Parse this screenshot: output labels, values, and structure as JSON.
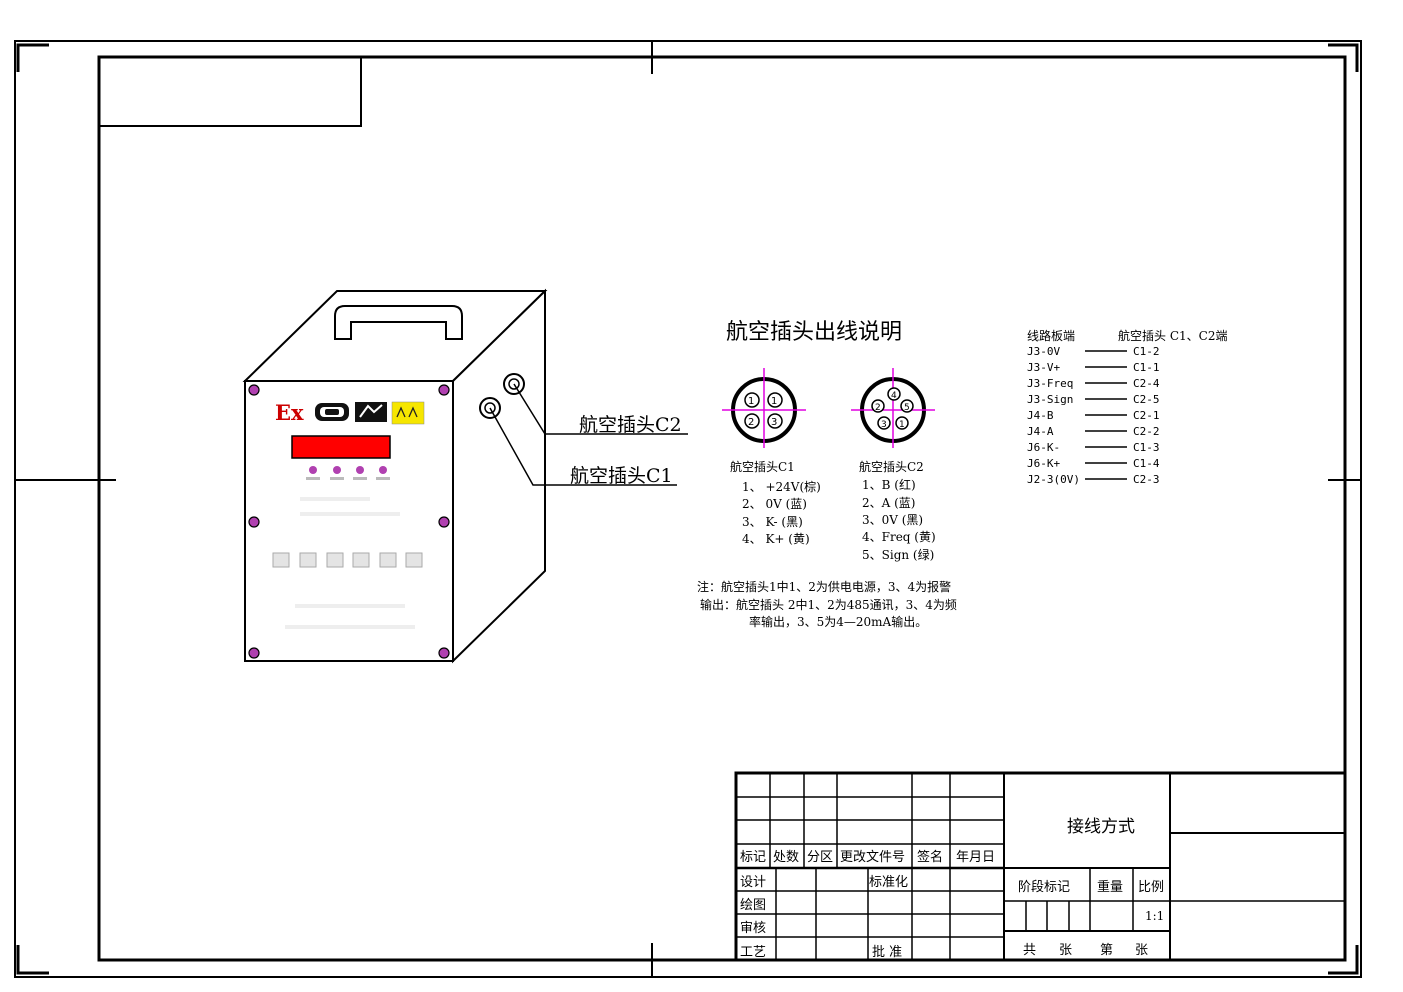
{
  "title": "航空插头出线说明",
  "device": {
    "ex_label": "Ex",
    "plug_c2_label": "航空插头C2",
    "plug_c1_label": "航空插头C1"
  },
  "connector_c1": {
    "title": "航空插头C1",
    "pins": [
      "1、 +24V(棕)",
      "2、 0V (蓝)",
      "3、 K- (黑)",
      "4、 K+ (黄)"
    ]
  },
  "connector_c2": {
    "title": "航空插头C2",
    "pins": [
      "1、B (红)",
      "2、A (蓝)",
      "3、0V (黑)",
      "4、Freq (黄)",
      "5、Sign (绿)"
    ]
  },
  "note": {
    "line1": "注：航空插头1中1、2为供电电源，3、4为报警",
    "line2": "输出：航空插头 2中1、2为485通讯，3、4为频",
    "line3": "率输出，3、5为4—20mA输出。"
  },
  "wiring": {
    "header_left": "线路板端",
    "header_right": "航空插头 C1、C2端",
    "rows": [
      {
        "from": "J3-0V",
        "to": "C1-2"
      },
      {
        "from": "J3-V+",
        "to": "C1-1"
      },
      {
        "from": "J3-Freq",
        "to": "C2-4"
      },
      {
        "from": "J3-Sign",
        "to": "C2-5"
      },
      {
        "from": "J4-B",
        "to": "C2-1"
      },
      {
        "from": "J4-A",
        "to": "C2-2"
      },
      {
        "from": "J6-K-",
        "to": "C1-3"
      },
      {
        "from": "J6-K+",
        "to": "C1-4"
      },
      {
        "from": "J2-3(0V)",
        "to": "C2-3"
      }
    ]
  },
  "title_block": {
    "headers": [
      "标记",
      "处数",
      "分区",
      "更改文件号",
      "签名",
      "年月日"
    ],
    "design": "设计",
    "standardize": "标准化",
    "drawing": "绘图",
    "review": "审核",
    "process": "工艺",
    "approve": "批 准",
    "drawing_name": "接线方式",
    "stage_mark": "阶段标记",
    "weight": "重量",
    "scale_label": "比例",
    "scale_value": "1:1",
    "total": "共",
    "sheets": "张",
    "sheet_no": "第",
    "sheets2": "张"
  },
  "colors": {
    "pin_axis": "#e000e0",
    "display": "#ff0000",
    "ex": "#cc0000"
  }
}
